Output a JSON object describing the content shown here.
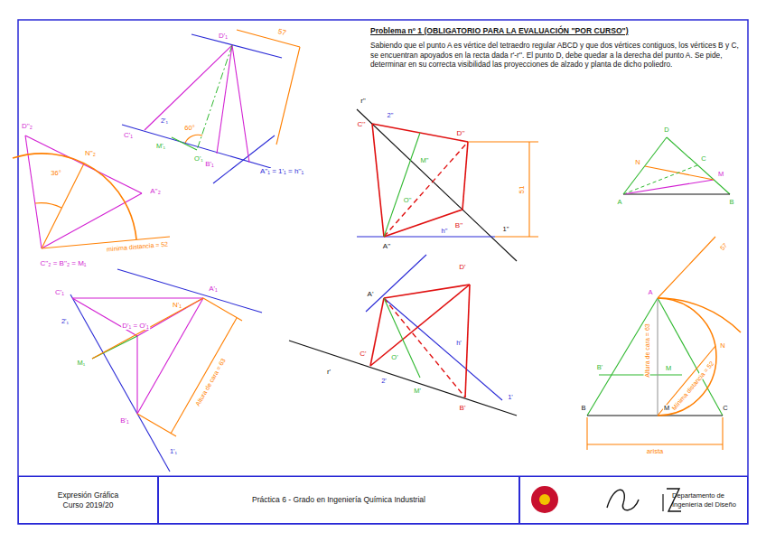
{
  "diagram": {
    "title": "Problema nº 1 (OBLIGATORIO PARA LA EVALUACIÓN \"POR CURSO\")",
    "nodes": [
      {
        "text": [
          "Expresión Gráfica",
          "Curso 2019/20"
        ]
      },
      {
        "text": [
          "Práctica 6 - Grado en Ingeniería Química Industrial"
        ]
      },
      {
        "text": [
          "Departamento de Ingeniería del Diseño"
        ]
      }
    ],
    "labels": [
      "D'₁",
      "57",
      "2'₁",
      "C'₁",
      "60°",
      "M'₁",
      "O'₁",
      "B'₁",
      "A''₁ = 1'₁ = h''₁",
      "D''₂",
      "N''₂",
      "36°",
      "A''₂",
      "mínima distancia = 52",
      "C''₂ = B''₂ = M₁",
      "C'₁",
      "A'₁",
      "D'₁ = O'₁",
      "N'₁",
      "2'₁",
      "M₁",
      "B'₁",
      "Altura de cara = 63",
      "1'₁",
      "r''",
      "C''",
      "2''",
      "D''",
      "M''",
      "O''",
      "51",
      "B''",
      "A''",
      "h''",
      "1''",
      "D'",
      "A'",
      "O'",
      "h'",
      "r'",
      "C'",
      "2'",
      "M'",
      "B'",
      "1'",
      "D",
      "C",
      "N",
      "M",
      "A",
      "B",
      "57",
      "A",
      "Altura de cara = 63",
      "B'",
      "M",
      "N",
      "Mínima distancia = 52",
      "B",
      "M",
      "C",
      "arista",
      "Sabiendo que el punto A es vértice del tetraedro regular ABCD y que dos vértices contiguos, los vértices B y C, se encuentran apoyados en la recta dada r'-r''. El punto D, debe quedar a la derecha del punto A. Se pide, determinar en su correcta visibilidad las proyecciones de alzado y planta de dicho poliedro."
    ]
  }
}
